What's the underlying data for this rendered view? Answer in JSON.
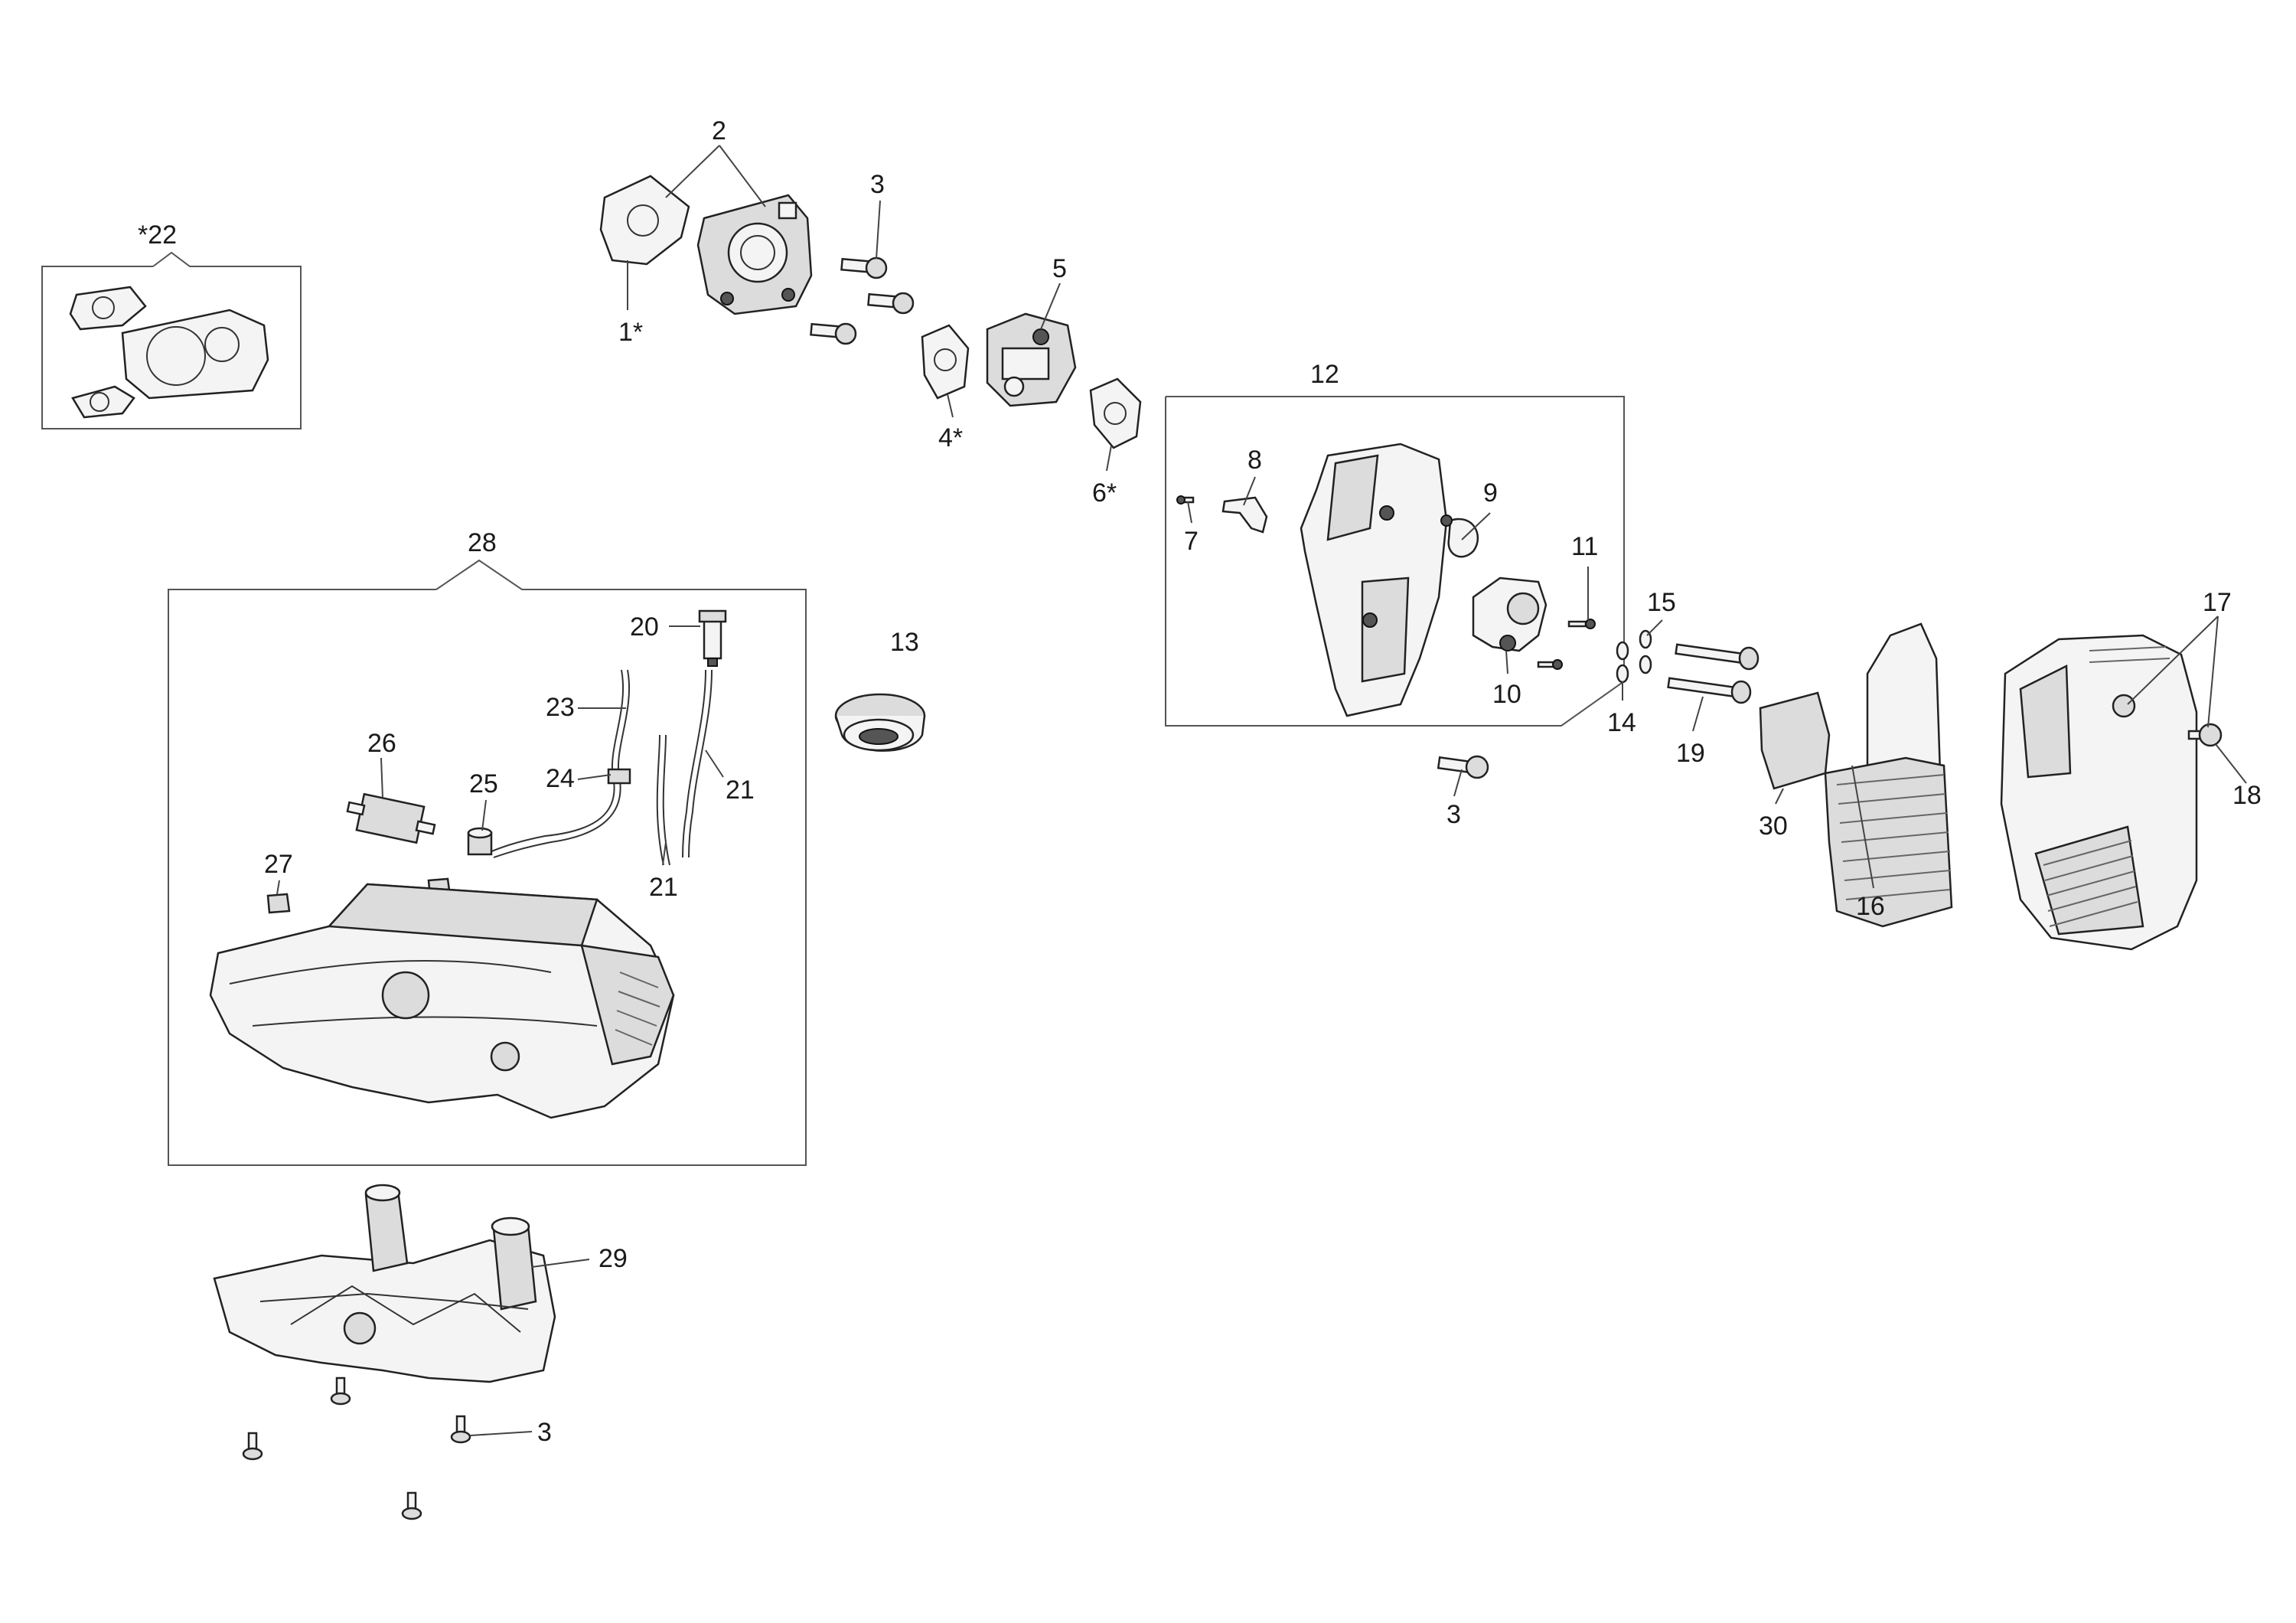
{
  "callouts": {
    "c1": "1*",
    "c2": "2",
    "c3a": "3",
    "c3b": "3",
    "c3c": "3",
    "c4": "4*",
    "c5": "5",
    "c6": "6*",
    "c7": "7",
    "c8": "8",
    "c9": "9",
    "c10": "10",
    "c11": "11",
    "c12": "12",
    "c13": "13",
    "c14": "14",
    "c15": "15",
    "c16": "16",
    "c17": "17",
    "c18": "18",
    "c19": "19",
    "c20": "20",
    "c21a": "21",
    "c21b": "21",
    "c22": "*22",
    "c23": "23",
    "c24": "24",
    "c25": "25",
    "c26": "26",
    "c27": "27",
    "c28": "28",
    "c29": "29",
    "c30": "30"
  }
}
